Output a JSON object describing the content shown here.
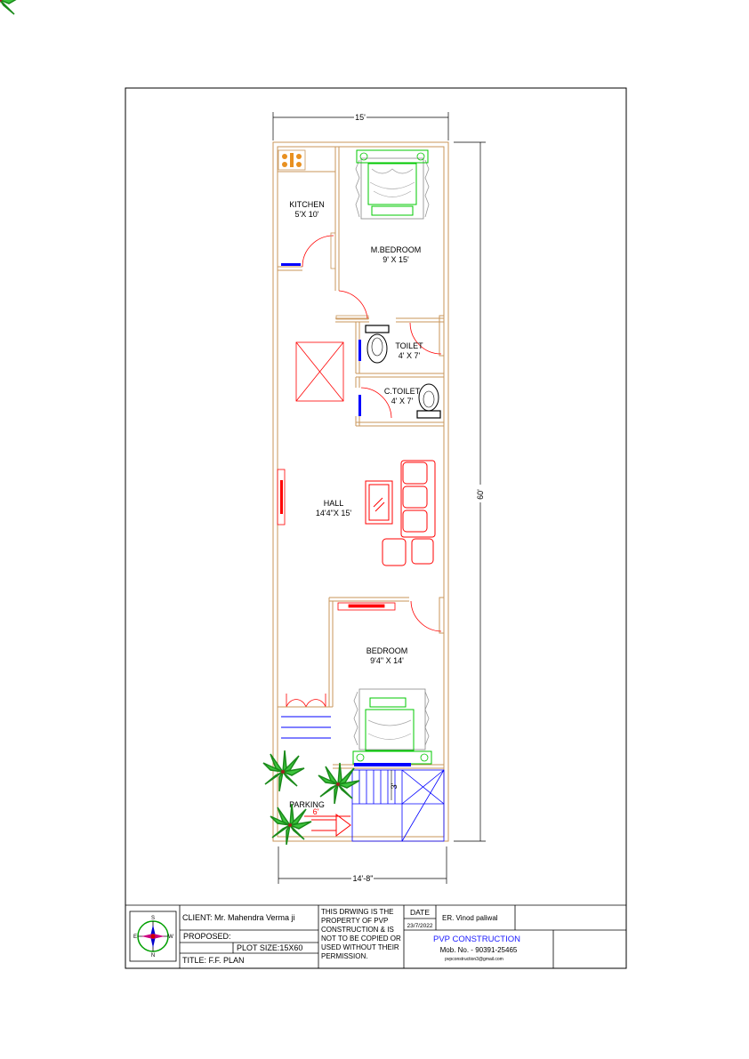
{
  "dimensions": {
    "top": "15'",
    "right": "60'",
    "bottom": "14'-8\"",
    "stair_gap": "3'",
    "parking_gap": "6'"
  },
  "rooms": {
    "kitchen": {
      "name": "KITCHEN",
      "size": "5'X 10'"
    },
    "m_bedroom": {
      "name": "M.BEDROOM",
      "size": "9' X 15'"
    },
    "toilet": {
      "name": "TOILET",
      "size": "4' X 7'"
    },
    "c_toilet": {
      "name": "C.TOILET",
      "size": "4' X 7'"
    },
    "hall": {
      "name": "HALL",
      "size": "14'4\"X 15'"
    },
    "bedroom": {
      "name": "BEDROOM",
      "size": "9'4\" X 14'"
    },
    "parking": {
      "name": "PARKING"
    }
  },
  "title_block": {
    "compass": {
      "n": "N",
      "s": "S",
      "e": "E",
      "w": "W"
    },
    "client": "CLIENT: Mr. Mahendra Verma ji",
    "proposed": "PROPOSED:",
    "plot_size": "PLOT SIZE:15X60",
    "title": "TITLE:  F.F. PLAN",
    "notice": [
      "THIS DRWING IS THE",
      "PROPERTY OF PVP",
      "CONSTRUCTION & IS",
      "NOT TO BE COPIED OR",
      "USED WITHOUT THEIR",
      "PERMISSION."
    ],
    "date_label": "DATE",
    "date_value": "23/7/2022",
    "engineer": "ER. Vinod paliwal",
    "company": "PVP CONSTRUCTION",
    "mobile": "Mob. No. - 90391-25465",
    "email": "pvpconstruction3@gmail.com"
  },
  "colors": {
    "wall": "#c8965a",
    "red": "#ff0000",
    "green": "#00c800",
    "blue": "#0000ff",
    "company": "#1a1aff"
  }
}
